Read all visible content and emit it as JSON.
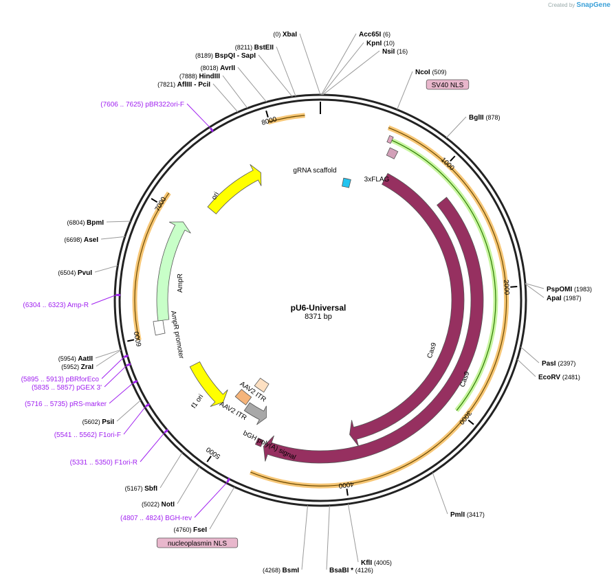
{
  "brand": {
    "created_by": "Created by",
    "name": "SnapGene"
  },
  "plasmid": {
    "name": "pU6-Universal",
    "length_label": "8371 bp",
    "length": 8371
  },
  "ticks": [
    {
      "bp": 1000,
      "label": "1000"
    },
    {
      "bp": 2000,
      "label": "2000"
    },
    {
      "bp": 3000,
      "label": "3000"
    },
    {
      "bp": 4000,
      "label": "4000"
    },
    {
      "bp": 5000,
      "label": "5000"
    },
    {
      "bp": 6000,
      "label": "6000"
    },
    {
      "bp": 7000,
      "label": "7000"
    },
    {
      "bp": 8000,
      "label": "8000"
    }
  ],
  "sites": [
    {
      "name": "XbaI",
      "pos": "(0)",
      "bp": 0,
      "side": "left"
    },
    {
      "name": "Acc65I",
      "pos": "(6)",
      "bp": 6,
      "side": "right"
    },
    {
      "name": "KpnI",
      "pos": "(10)",
      "bp": 10,
      "side": "right"
    },
    {
      "name": "NsiI",
      "pos": "(16)",
      "bp": 16,
      "side": "right"
    },
    {
      "name": "NcoI",
      "pos": "(509)",
      "bp": 509,
      "side": "right"
    },
    {
      "name": "BglII",
      "pos": "(878)",
      "bp": 878,
      "side": "right"
    },
    {
      "name": "PspOMI",
      "pos": "(1983)",
      "bp": 1983,
      "side": "right"
    },
    {
      "name": "ApaI",
      "pos": "(1987)",
      "bp": 1987,
      "side": "right"
    },
    {
      "name": "PasI",
      "pos": "(2397)",
      "bp": 2397,
      "side": "right"
    },
    {
      "name": "EcoRV",
      "pos": "(2481)",
      "bp": 2481,
      "side": "right"
    },
    {
      "name": "PmlI",
      "pos": "(3417)",
      "bp": 3417,
      "side": "right"
    },
    {
      "name": "KflI",
      "pos": "(4005)",
      "bp": 4005,
      "side": "right"
    },
    {
      "name": "BsaBI *",
      "pos": "(4126)",
      "bp": 4126,
      "side": "right"
    },
    {
      "name": "BsmI",
      "pos": "(4268)",
      "bp": 4268,
      "side": "left"
    },
    {
      "name": "FseI",
      "pos": "(4760)",
      "bp": 4760,
      "side": "left"
    },
    {
      "name": "NotI",
      "pos": "(5022)",
      "bp": 5022,
      "side": "left"
    },
    {
      "name": "SbfI",
      "pos": "(5167)",
      "bp": 5167,
      "side": "left"
    },
    {
      "name": "PsiI",
      "pos": "(5602)",
      "bp": 5602,
      "side": "left"
    },
    {
      "name": "ZraI",
      "pos": "(5952)",
      "bp": 5952,
      "side": "left"
    },
    {
      "name": "AatII",
      "pos": "(5954)",
      "bp": 5954,
      "side": "left"
    },
    {
      "name": "PvuI",
      "pos": "(6504)",
      "bp": 6504,
      "side": "left"
    },
    {
      "name": "AseI",
      "pos": "(6698)",
      "bp": 6698,
      "side": "left"
    },
    {
      "name": "BpmI",
      "pos": "(6804)",
      "bp": 6804,
      "side": "left"
    },
    {
      "name": "AflIII - PciI",
      "pos": "(7821)",
      "bp": 7821,
      "side": "left"
    },
    {
      "name": "HindIII",
      "pos": "(7888)",
      "bp": 7888,
      "side": "left"
    },
    {
      "name": "AvrII",
      "pos": "(8018)",
      "bp": 8018,
      "side": "left"
    },
    {
      "name": "BspQI - SapI",
      "pos": "(8189)",
      "bp": 8189,
      "side": "left"
    },
    {
      "name": "BstEII",
      "pos": "(8211)",
      "bp": 8211,
      "side": "left"
    }
  ],
  "primers": [
    {
      "name": "pBR322ori-F",
      "pos": "(7606 .. 7625)",
      "bp": 7615
    },
    {
      "name": "Amp-R",
      "pos": "(6304 .. 6323)",
      "bp": 6313
    },
    {
      "name": "pBRforEco",
      "pos": "(5895 .. 5913)",
      "bp": 5904
    },
    {
      "name": "pGEX 3'",
      "pos": "(5835 .. 5857)",
      "bp": 5846
    },
    {
      "name": "pRS-marker",
      "pos": "(5716 .. 5735)",
      "bp": 5725
    },
    {
      "name": "F1ori-F",
      "pos": "(5541 .. 5562)",
      "bp": 5551
    },
    {
      "name": "F1ori-R",
      "pos": "(5331 .. 5350)",
      "bp": 5340
    },
    {
      "name": "BGH-rev",
      "pos": "(4807 .. 4824)",
      "bp": 4815
    }
  ],
  "features": [
    {
      "name": "gRNA scaffold",
      "start": 250,
      "end": 330,
      "color": "#22c4f0",
      "dir": 1
    },
    {
      "name": "SV40 NLS",
      "start": 530,
      "end": 560,
      "color": "#e0a6c0",
      "dir": 1,
      "boxed": true
    },
    {
      "name": "3xFLAG",
      "start": 570,
      "end": 640,
      "color": "#d2a0b8",
      "dir": 1
    },
    {
      "name": "Cas9",
      "start": 650,
      "end": 3900,
      "color": "#963060",
      "dir": 1
    },
    {
      "name": "Cas9",
      "start": 1180,
      "end": 4680,
      "color": "#963060",
      "dir": 1
    },
    {
      "name": "nucleoplasmin NLS",
      "start": 4700,
      "end": 4750,
      "color": "#963060",
      "dir": 1,
      "boxed": true
    },
    {
      "name": "bGH poly(A) signal",
      "start": 4760,
      "end": 4990,
      "color": "#a8a8a8",
      "dir": -1
    },
    {
      "name": "AAV2 ITR",
      "start": 5010,
      "end": 5150,
      "color": "#f5b47a",
      "dir": 0
    },
    {
      "name": "AAV2 ITR",
      "start": 4920,
      "end": 5060,
      "color": "#fde0c2",
      "dir": 0
    },
    {
      "name": "f1 ori",
      "start": 5200,
      "end": 5650,
      "color": "#ffff00",
      "dir": -1
    },
    {
      "name": "AmpR promoter",
      "start": 6000,
      "end": 6110,
      "color": "#ffffff",
      "dir": 1
    },
    {
      "name": "AmpR",
      "start": 6110,
      "end": 6970,
      "color": "#c8ffc8",
      "dir": 1
    },
    {
      "name": "ori",
      "start": 7200,
      "end": 7790,
      "color": "#ffff00",
      "dir": 1
    }
  ]
}
